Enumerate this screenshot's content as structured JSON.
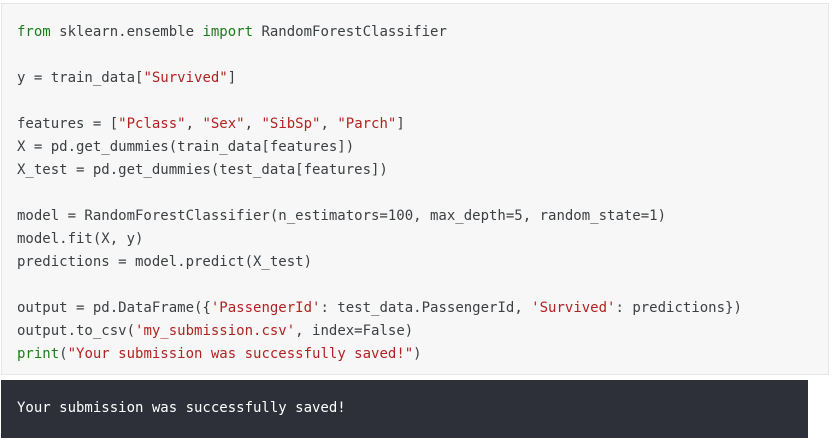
{
  "code_cell": {
    "lines": [
      [
        {
          "t": "kw",
          "v": "from"
        },
        {
          "t": "",
          "v": " sklearn.ensemble "
        },
        {
          "t": "kw",
          "v": "import"
        },
        {
          "t": "",
          "v": " RandomForestClassifier"
        }
      ],
      [],
      [
        {
          "t": "",
          "v": "y = train_data["
        },
        {
          "t": "str",
          "v": "\"Survived\""
        },
        {
          "t": "",
          "v": "]"
        }
      ],
      [],
      [
        {
          "t": "",
          "v": "features = ["
        },
        {
          "t": "str",
          "v": "\"Pclass\""
        },
        {
          "t": "",
          "v": ", "
        },
        {
          "t": "str",
          "v": "\"Sex\""
        },
        {
          "t": "",
          "v": ", "
        },
        {
          "t": "str",
          "v": "\"SibSp\""
        },
        {
          "t": "",
          "v": ", "
        },
        {
          "t": "str",
          "v": "\"Parch\""
        },
        {
          "t": "",
          "v": "]"
        }
      ],
      [
        {
          "t": "",
          "v": "X = pd.get_dummies(train_data[features])"
        }
      ],
      [
        {
          "t": "",
          "v": "X_test = pd.get_dummies(test_data[features])"
        }
      ],
      [],
      [
        {
          "t": "",
          "v": "model = RandomForestClassifier(n_estimators=100, max_depth=5, random_state=1)"
        }
      ],
      [
        {
          "t": "",
          "v": "model.fit(X, y)"
        }
      ],
      [
        {
          "t": "",
          "v": "predictions = model.predict(X_test)"
        }
      ],
      [],
      [
        {
          "t": "",
          "v": "output = pd.DataFrame({"
        },
        {
          "t": "str",
          "v": "'PassengerId'"
        },
        {
          "t": "",
          "v": ": test_data.PassengerId, "
        },
        {
          "t": "str",
          "v": "'Survived'"
        },
        {
          "t": "",
          "v": ": predictions})"
        }
      ],
      [
        {
          "t": "",
          "v": "output.to_csv("
        },
        {
          "t": "str",
          "v": "'my_submission.csv'"
        },
        {
          "t": "",
          "v": ", index=False)"
        }
      ],
      [
        {
          "t": "kw",
          "v": "print"
        },
        {
          "t": "",
          "v": "("
        },
        {
          "t": "str",
          "v": "\"Your submission was successfully saved!\""
        },
        {
          "t": "",
          "v": ")"
        }
      ]
    ]
  },
  "output_cell": {
    "text": "Your submission was successfully saved!"
  },
  "colors": {
    "keyword": "#1a7d1a",
    "string": "#b22222",
    "text": "#3c4043",
    "code_background": "#f7f7f7",
    "output_background": "#2d3038",
    "output_text": "#ffffff"
  }
}
